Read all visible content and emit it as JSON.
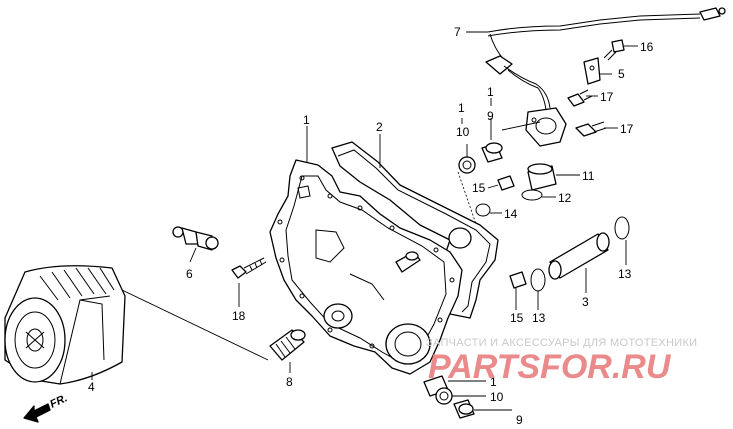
{
  "labels": [
    {
      "id": "1-cover",
      "text": "1"
    },
    {
      "id": "2-gasket",
      "text": "2"
    },
    {
      "id": "3-pipe",
      "text": "3"
    },
    {
      "id": "4-filter",
      "text": "4"
    },
    {
      "id": "5-clamp",
      "text": "5"
    },
    {
      "id": "6-switch",
      "text": "6"
    },
    {
      "id": "7-cable",
      "text": "7"
    },
    {
      "id": "8-bolt",
      "text": "8"
    },
    {
      "id": "1-top",
      "text": "1"
    },
    {
      "id": "10-top",
      "text": "10"
    },
    {
      "id": "9-top",
      "text": "9"
    },
    {
      "id": "1-sensor",
      "text": "1"
    },
    {
      "id": "11",
      "text": "11"
    },
    {
      "id": "12",
      "text": "12"
    },
    {
      "id": "13-right",
      "text": "13"
    },
    {
      "id": "13-left",
      "text": "13"
    },
    {
      "id": "14",
      "text": "14"
    },
    {
      "id": "15-top",
      "text": "15"
    },
    {
      "id": "15-bottom",
      "text": "15"
    },
    {
      "id": "16",
      "text": "16"
    },
    {
      "id": "17-top",
      "text": "17"
    },
    {
      "id": "17-bottom",
      "text": "17"
    },
    {
      "id": "18",
      "text": "18"
    },
    {
      "id": "1-bottom",
      "text": "1"
    },
    {
      "id": "10-bottom",
      "text": "10"
    },
    {
      "id": "9-bottom",
      "text": "9"
    }
  ],
  "direction_label": "FR.",
  "watermark": {
    "subtitle": "ЗАПЧАСТИ И АКСЕССУАРЫ ДЛЯ МОТОТЕХНИКИ",
    "brand": "PARTSFOR.RU"
  }
}
